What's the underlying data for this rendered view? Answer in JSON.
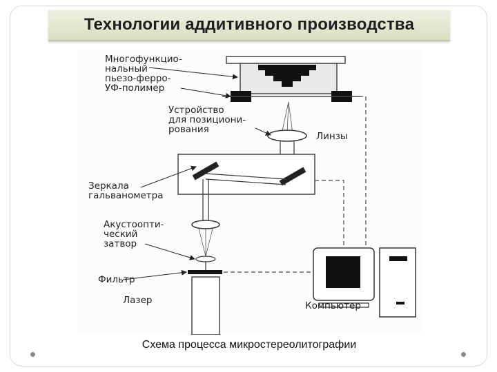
{
  "title": "Технологии аддитивного производства",
  "caption": "Схема процесса микростереолитографии",
  "labels": {
    "polymer": [
      "Многофункцио-",
      "нальный",
      "пьезо-ферро-",
      "УФ-полимер"
    ],
    "positioning": [
      "Устройство",
      "для позициони-",
      "рования"
    ],
    "lenses": "Линзы",
    "mirrors": [
      "Зеркала",
      "гальванометра"
    ],
    "shutter": [
      "Акустоопти-",
      "ческий",
      "затвор"
    ],
    "filter": "Фильтр",
    "laser": "Лазер",
    "computer": "Компьютер"
  },
  "colors": {
    "title_bg": "#dde3c8",
    "ink": "#1a1a1a",
    "frame": "#555555"
  }
}
